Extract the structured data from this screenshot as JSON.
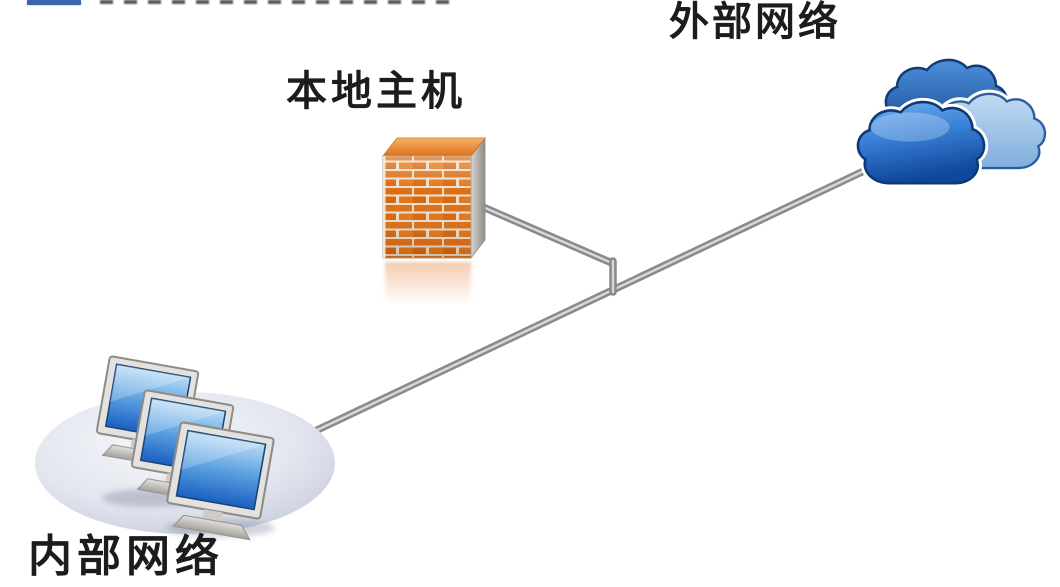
{
  "diagram": {
    "type": "network-topology-figure",
    "nodes": [
      {
        "id": "external-network",
        "label": "外部网络",
        "icon": "clouds-icon"
      },
      {
        "id": "local-host",
        "label": "本地主机",
        "icon": "firewall-brick-wall-icon"
      },
      {
        "id": "internal-network",
        "label": "内部网络",
        "icon": "three-monitors-icon"
      }
    ],
    "edges": [
      {
        "from": "external-network",
        "to": "internal-network",
        "style": "gray-cable"
      },
      {
        "from": "local-host",
        "to": "external-network-internal-network-cable",
        "style": "gray-cable-tap"
      }
    ],
    "colors": {
      "cable_gray": "#8A8A8A",
      "cable_highlight": "#D9D9D9",
      "brick_orange": "#DB6F16",
      "brick_mortar": "#F0DFC7",
      "firewall_top": "#F2A75C",
      "cloud_front_blue": "#2D6FC4",
      "cloud_outline_navy": "#123C78",
      "cloud_back_light_blue": "#A9CAEC",
      "monitor_screen_blue": "#2168C8",
      "monitor_frame_gray": "#E4E2DF",
      "platform_lavender_gray": "#C7CCDD",
      "caption_bar_blue": "#3A66B0",
      "label_text": "#1C1C1C"
    }
  }
}
